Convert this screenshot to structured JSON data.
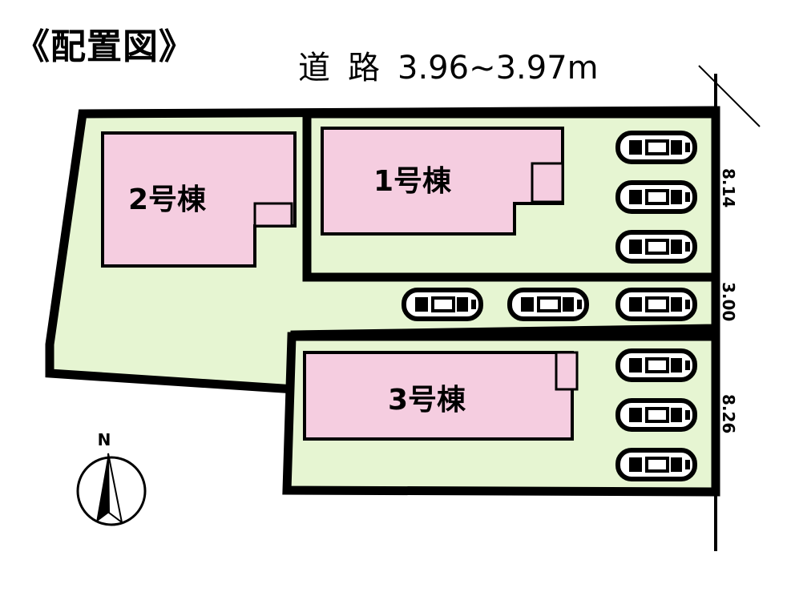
{
  "header": {
    "title": "《配置図》",
    "road_label_1": "道",
    "road_label_2": "路",
    "road_width": "3.96~3.97m"
  },
  "buildings": [
    {
      "label": "1号棟"
    },
    {
      "label": "2号棟"
    },
    {
      "label": "3号棟"
    }
  ],
  "dimensions": {
    "frontage_1": "8.14",
    "passage": "3.00",
    "frontage_3": "8.26"
  },
  "compass": {
    "north_label": "N"
  },
  "colors": {
    "lot": "#e6f5d2",
    "building": "#f5cde0",
    "outline": "#000000"
  },
  "parking_spaces": 9
}
